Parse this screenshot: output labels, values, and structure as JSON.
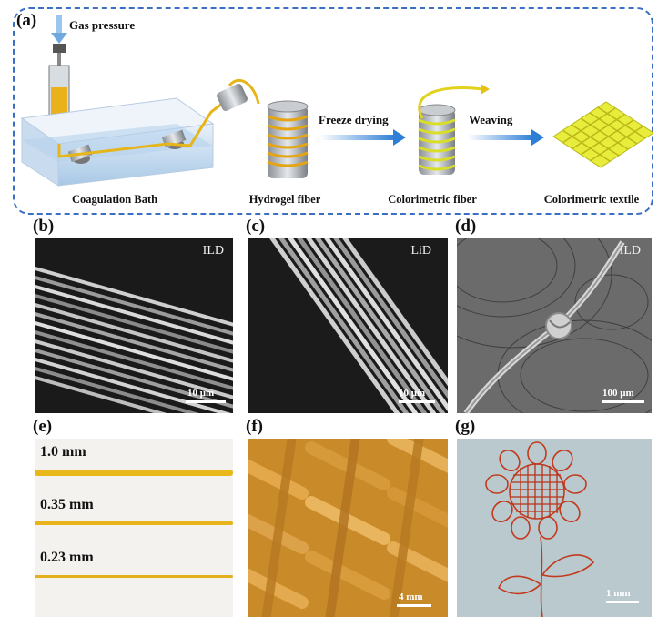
{
  "panel_a": {
    "letter": "(a)",
    "pressure_label": "Gas pressure",
    "step_freeze": "Freeze drying",
    "step_weave": "Weaving",
    "captions": [
      "Coagulation Bath",
      "Hydrogel fiber",
      "Colorimetric fiber",
      "Colorimetric textile"
    ],
    "accent_color": "#3a6fc4",
    "fiber_color": "#e5b51a"
  },
  "panel_b": {
    "letter": "(b)",
    "tag": "ILD",
    "scale": "10 μm"
  },
  "panel_c": {
    "letter": "(c)",
    "tag": "LiD",
    "scale": "10 μm"
  },
  "panel_d": {
    "letter": "(d)",
    "tag": "ILD",
    "scale": "100 μm"
  },
  "panel_e": {
    "letter": "(e)",
    "sizes": [
      "1.0 mm",
      "0.35 mm",
      "0.23 mm"
    ]
  },
  "panel_f": {
    "letter": "(f)",
    "scale": "4 mm"
  },
  "panel_g": {
    "letter": "(g)",
    "scale": "1 mm"
  }
}
